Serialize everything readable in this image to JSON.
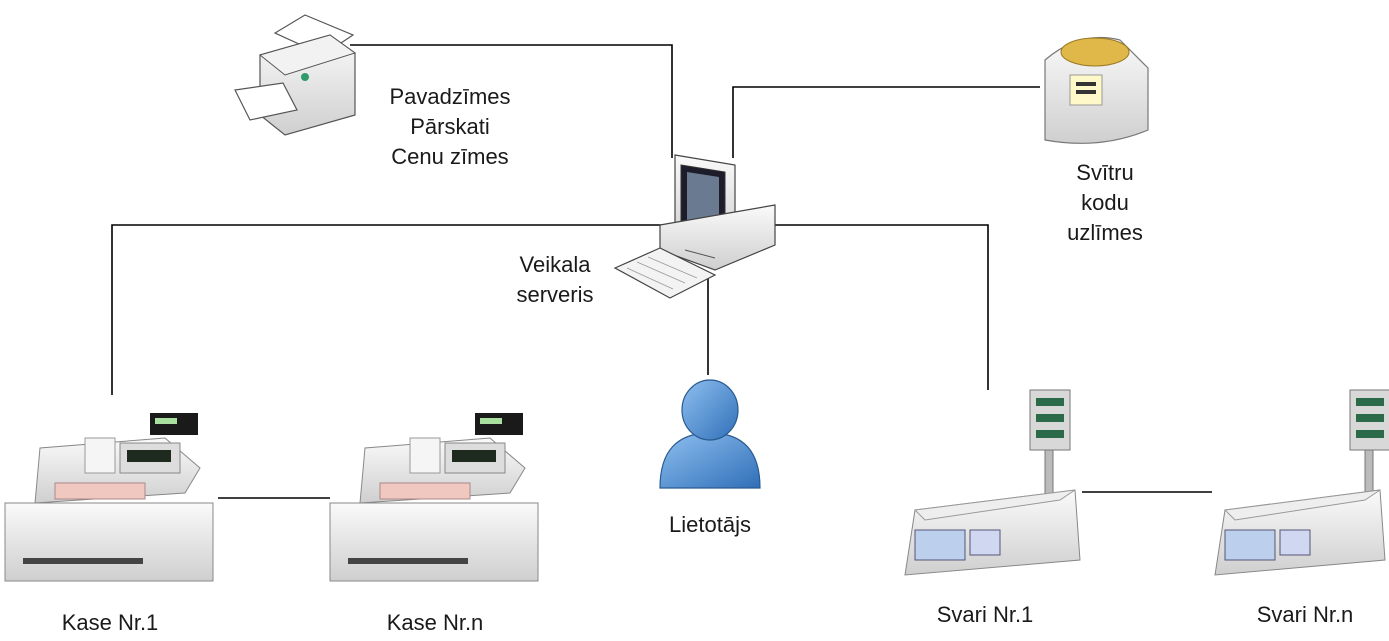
{
  "colors": {
    "line": "#000000",
    "device_body": "#e8e8e8",
    "device_dark": "#2b2b2b",
    "user": "#4a86c8"
  },
  "nodes": {
    "printer": {
      "label_lines": [
        "Pavadzīmes",
        "Pārskati",
        "Cenu zīmes"
      ],
      "icon": "office-printer-icon"
    },
    "label_printer": {
      "label_lines": [
        "Svītru",
        "kodu",
        "uzlīmes"
      ],
      "icon": "label-printer-icon"
    },
    "server": {
      "label_lines": [
        "Veikala",
        "serveris"
      ],
      "icon": "desktop-computer-icon"
    },
    "user": {
      "label": "Lietotājs",
      "icon": "user-icon"
    },
    "register1": {
      "label": "Kase Nr.1",
      "icon": "cash-register-icon"
    },
    "registerN": {
      "label": "Kase Nr.n",
      "icon": "cash-register-icon"
    },
    "scale1": {
      "label": "Svari Nr.1",
      "icon": "scale-icon"
    },
    "scaleN": {
      "label": "Svari Nr.n",
      "icon": "scale-icon"
    }
  }
}
